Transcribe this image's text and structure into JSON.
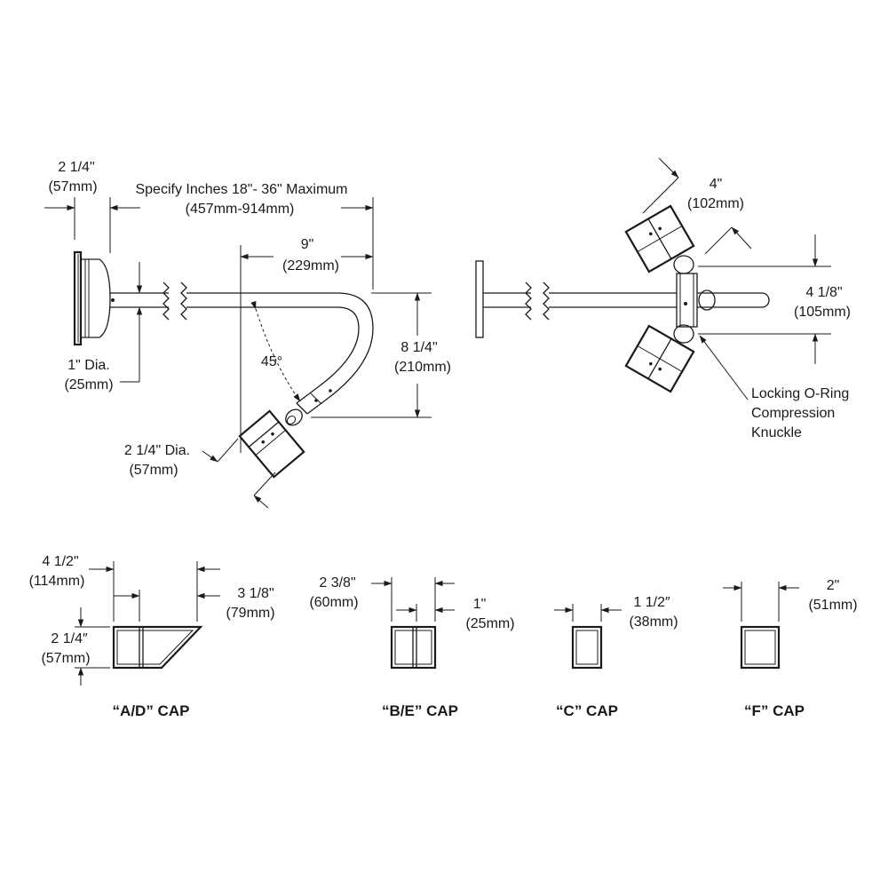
{
  "side_view": {
    "base_width_in": "2 1/4\"",
    "base_width_mm": "(57mm)",
    "arm_length_line1": "Specify Inches 18\"- 36\" Maximum",
    "arm_length_line2": "(457mm-914mm)",
    "reach_in": "9\"",
    "reach_mm": "(229mm)",
    "tube_dia_in": "1\" Dia.",
    "tube_dia_mm": "(25mm)",
    "angle": "45°",
    "drop_in": "8 1/4\"",
    "drop_mm": "(210mm)",
    "head_dia_in": "2 1/4\" Dia.",
    "head_dia_mm": "(57mm)"
  },
  "top_view": {
    "head_len_in": "4\"",
    "head_len_mm": "(102mm)",
    "spread_in": "4 1/8\"",
    "spread_mm": "(105mm)",
    "knuckle_line1": "Locking O-Ring",
    "knuckle_line2": "Compression",
    "knuckle_line3": "Knuckle"
  },
  "caps": [
    {
      "label": "“A/D” CAP",
      "dim1_in": "4 1/2\"",
      "dim1_mm": "(114mm)",
      "dim2_in": "3 1/8\"",
      "dim2_mm": "(79mm)",
      "dim3_in": "2 1/4″",
      "dim3_mm": "(57mm)"
    },
    {
      "label": "“B/E” CAP",
      "dim1_in": "2 3/8\"",
      "dim1_mm": "(60mm)",
      "dim2_in": "1\"",
      "dim2_mm": "(25mm)"
    },
    {
      "label": "“C” CAP",
      "dim1_in": "1 1/2″",
      "dim1_mm": "(38mm)"
    },
    {
      "label": "“F” CAP",
      "dim1_in": "2\"",
      "dim1_mm": "(51mm)"
    }
  ]
}
